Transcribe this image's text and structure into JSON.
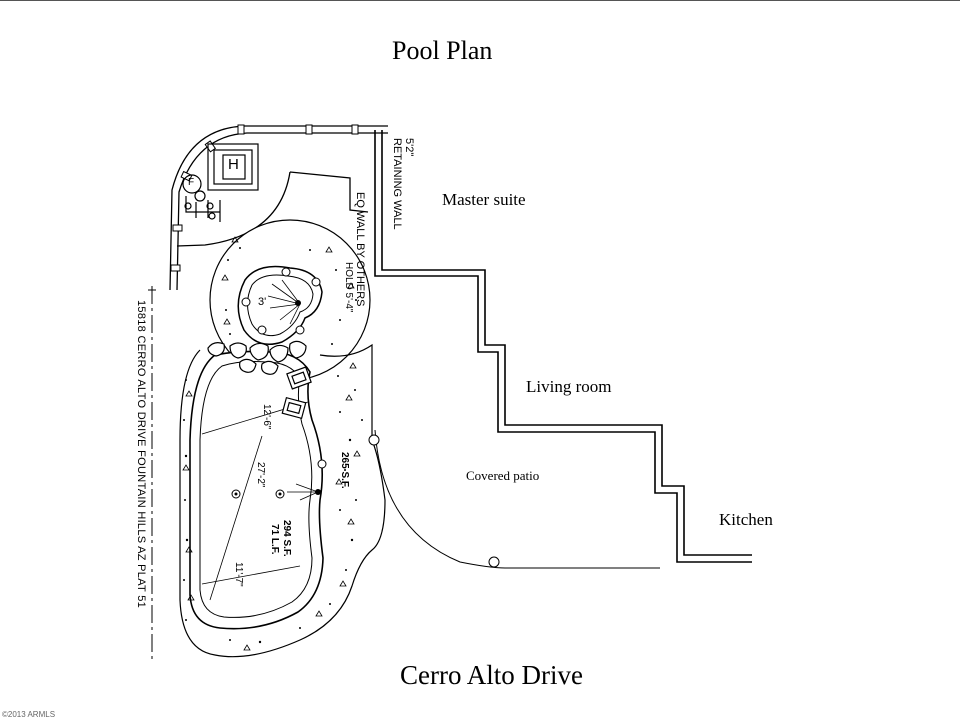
{
  "title": "Pool Plan",
  "street": "Cerro Alto Drive",
  "rooms": {
    "master_suite": "Master suite",
    "living_room": "Living room",
    "covered_patio": "Covered patio",
    "kitchen": "Kitchen"
  },
  "wall_labels": {
    "retaining_height": "5'2\"",
    "retaining": "RETAINING WALL",
    "eq_wall": "EQ WALL BY OTHERS",
    "hold": "HOLD 5'-4\""
  },
  "address": "15818 CERRO ALTO DRIVE FOUNTAIN HILLS AZ PLAT 51",
  "equipment": {
    "heater": "H",
    "filter": "F"
  },
  "dimensions": {
    "spa_depth": "3'",
    "pool_width_top": "12'-6\"",
    "pool_length": "27'-2\"",
    "pool_width_bottom": "11'-7\"",
    "deck_area": "265 S.F.",
    "pool_area": "294 S.F.",
    "pool_perimeter": "71 L.F."
  },
  "watermark": "©2013 ARMLS"
}
